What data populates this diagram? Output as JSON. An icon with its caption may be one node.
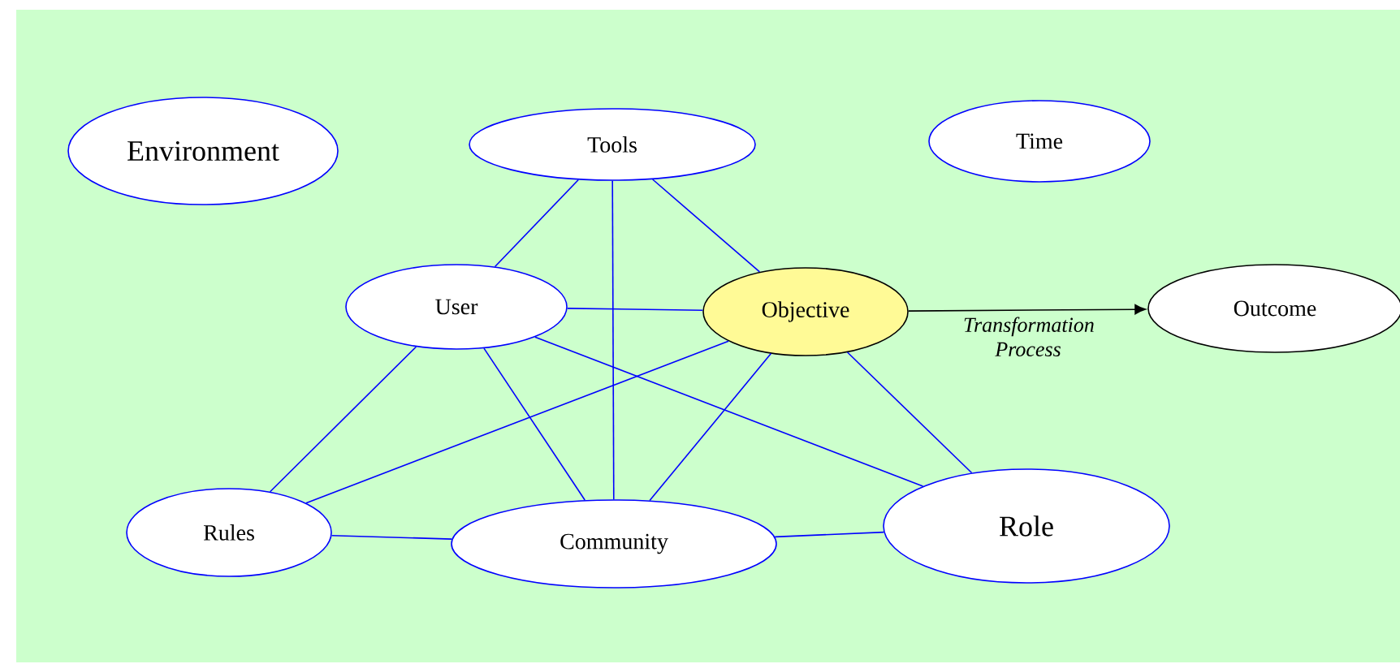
{
  "diagram": {
    "nodes": [
      {
        "text": [
          "Environment"
        ]
      },
      {
        "text": [
          "Tools"
        ]
      },
      {
        "text": [
          "Time"
        ]
      },
      {
        "text": [
          "User"
        ]
      },
      {
        "text": [
          "Objective"
        ]
      },
      {
        "text": [
          "Outcome"
        ]
      },
      {
        "text": [
          "Rules"
        ]
      },
      {
        "text": [
          "Community"
        ]
      },
      {
        "text": [
          "Role"
        ]
      }
    ],
    "edges": [
      {
        "from": 1,
        "to": 3,
        "arrow": "none"
      },
      {
        "from": 1,
        "to": 7,
        "arrow": "none"
      },
      {
        "from": 1,
        "to": 4,
        "arrow": "none"
      },
      {
        "from": 3,
        "to": 4,
        "arrow": "none"
      },
      {
        "from": 3,
        "to": 6,
        "arrow": "none"
      },
      {
        "from": 3,
        "to": 7,
        "arrow": "none"
      },
      {
        "from": 3,
        "to": 8,
        "arrow": "none"
      },
      {
        "from": 4,
        "to": 6,
        "arrow": "none"
      },
      {
        "from": 4,
        "to": 7,
        "arrow": "none"
      },
      {
        "from": 4,
        "to": 8,
        "arrow": "none"
      },
      {
        "from": 6,
        "to": 7,
        "arrow": "none"
      },
      {
        "from": 7,
        "to": 8,
        "arrow": "none"
      },
      {
        "from": 4,
        "to": 5,
        "arrow": "to",
        "label": "Transformation Process",
        "color": "#000000"
      }
    ]
  }
}
